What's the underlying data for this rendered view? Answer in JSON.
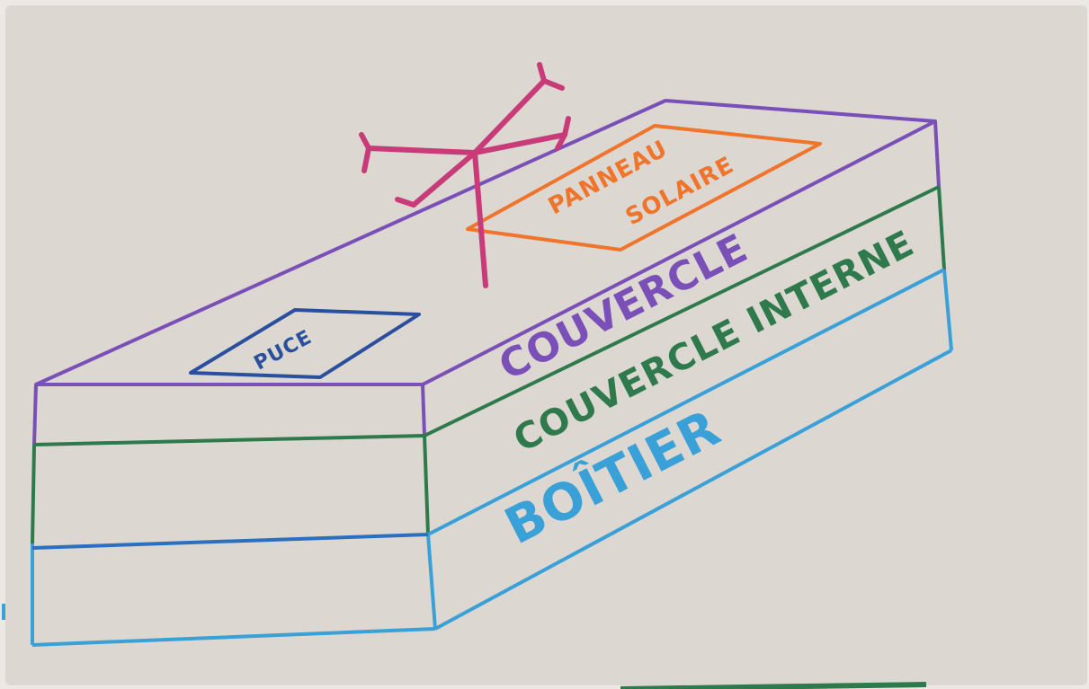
{
  "colors": {
    "paper": "#dcd8d1",
    "paper_edge": "#ece9e4",
    "purple": "#7a4fb8",
    "green": "#2e7a4c",
    "blue": "#3aa0d8",
    "navy": "#2a4f9e",
    "orange": "#f0742c",
    "magenta": "#c83a78"
  },
  "labels": {
    "couvercle": "COUVERCLE",
    "couvercle_interne": "COUVERCLE INTERNE",
    "boitier": "BOÎTIER",
    "panneau_line1": "PANNEAU",
    "panneau_line2": "SOLAIRE",
    "puce": "PUCE"
  },
  "icons": {
    "antenna": "antenna-icon"
  }
}
